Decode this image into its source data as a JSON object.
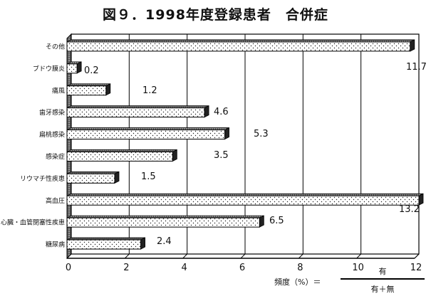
{
  "chart_data": {
    "type": "bar",
    "orientation": "horizontal",
    "title": "図９．1998年度登録患者　合併症",
    "categories": [
      "その他",
      "ブドウ膜炎",
      "痛風",
      "歯牙感染",
      "扁桃感染",
      "感染症",
      "リウマチ性疾患",
      "高血圧",
      "心臓・血管閉塞性疾患",
      "糖尿病"
    ],
    "values": [
      11.7,
      0.2,
      1.2,
      4.6,
      5.3,
      3.5,
      1.5,
      13.2,
      6.5,
      2.4
    ],
    "value_labels": [
      "11.7",
      "0.2",
      "1.2",
      "4.6",
      "5.3",
      "3.5",
      "1.5",
      "13.2",
      "6.5",
      "2.4"
    ],
    "xlim": [
      0,
      12
    ],
    "xticks": [
      "0",
      "2",
      "4",
      "6",
      "8",
      "10",
      "12"
    ],
    "grid": true,
    "formula": {
      "lhs": "頻度（%）＝",
      "numerator": "有",
      "denominator": "有＋無"
    }
  }
}
